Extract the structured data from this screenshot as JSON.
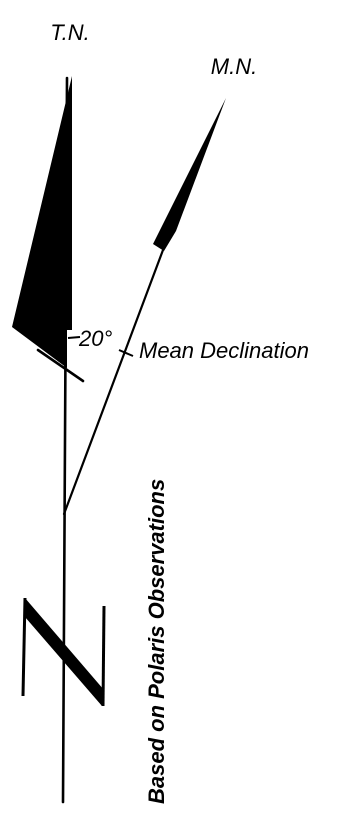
{
  "labels": {
    "true_north": "T.N.",
    "magnetic_north": "M.N.",
    "angle": "20°",
    "mean_declination": "Mean Declination",
    "observation_note": "Based on Polaris Observations"
  },
  "colors": {
    "ink": "#000000",
    "paper": "#ffffff"
  }
}
